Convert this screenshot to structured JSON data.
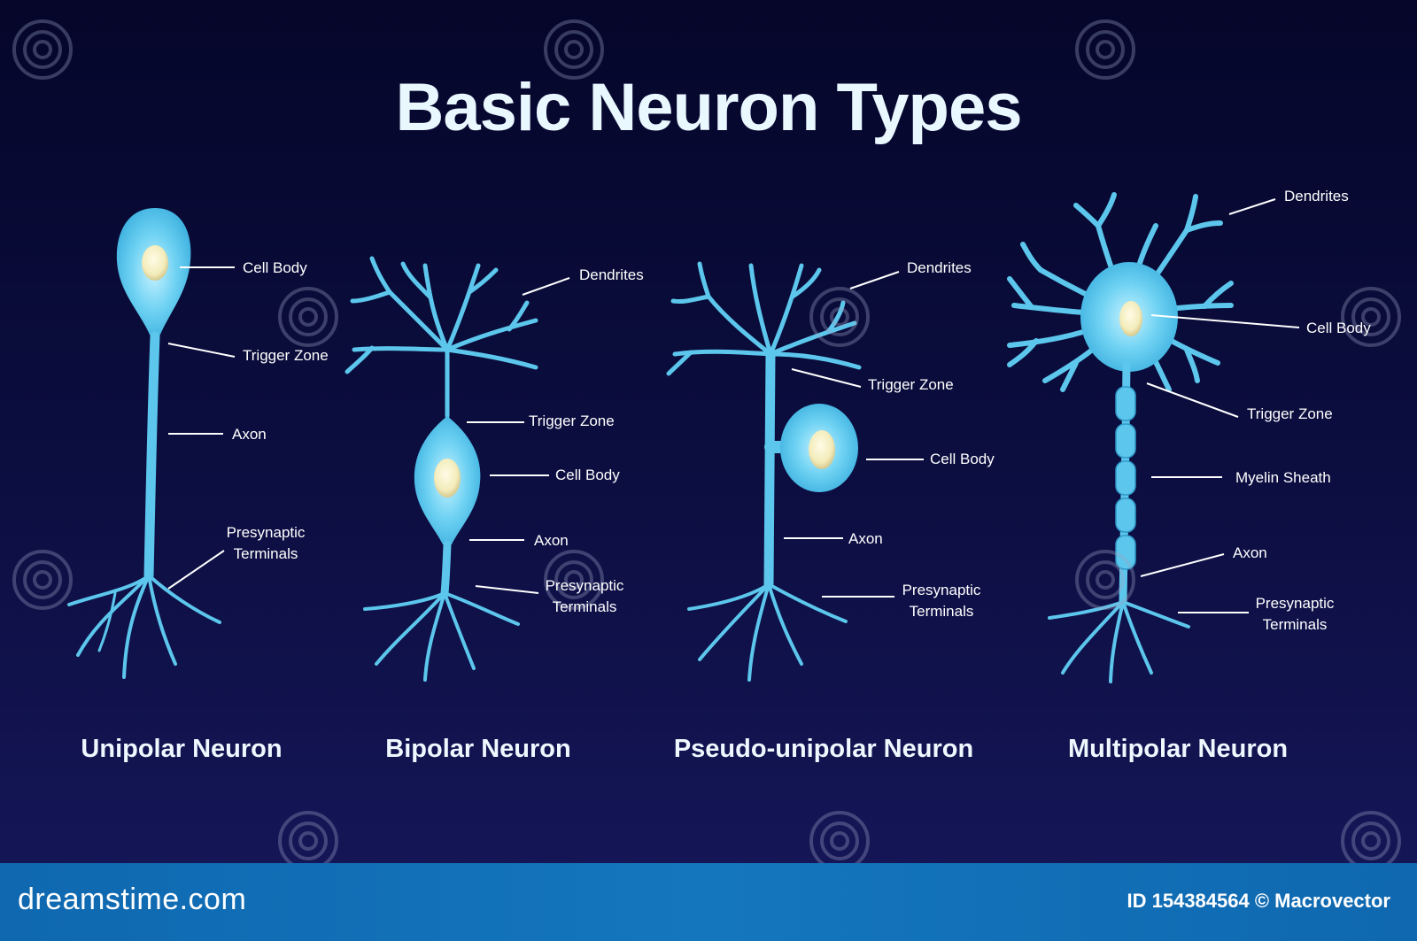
{
  "title": "Basic Neuron Types",
  "colors": {
    "neuron": "#5cc6ec",
    "nucleus": "#f6f0c2",
    "background": "#0b0d3e",
    "footer": "#1476bd"
  },
  "neurons": [
    {
      "name": "Unipolar Neuron",
      "labels": {
        "cell_body": "Cell Body",
        "trigger_zone": "Trigger Zone",
        "axon": "Axon",
        "terminals_1": "Presynaptic",
        "terminals_2": "Terminals"
      }
    },
    {
      "name": "Bipolar Neuron",
      "labels": {
        "dendrites": "Dendrites",
        "trigger_zone": "Trigger Zone",
        "cell_body": "Cell Body",
        "axon": "Axon",
        "terminals_1": "Presynaptic",
        "terminals_2": "Terminals"
      }
    },
    {
      "name": "Pseudo-unipolar Neuron",
      "labels": {
        "dendrites": "Dendrites",
        "trigger_zone": "Trigger Zone",
        "cell_body": "Cell Body",
        "axon": "Axon",
        "terminals_1": "Presynaptic",
        "terminals_2": "Terminals"
      }
    },
    {
      "name": "Multipolar Neuron",
      "labels": {
        "dendrites": "Dendrites",
        "cell_body": "Cell Body",
        "trigger_zone": "Trigger Zone",
        "myelin": "Myelin Sheath",
        "axon": "Axon",
        "terminals_1": "Presynaptic",
        "terminals_2": "Terminals"
      }
    }
  ],
  "footer": {
    "brand": "dreamstime.com",
    "credit": "ID 154384564 © Macrovector"
  }
}
